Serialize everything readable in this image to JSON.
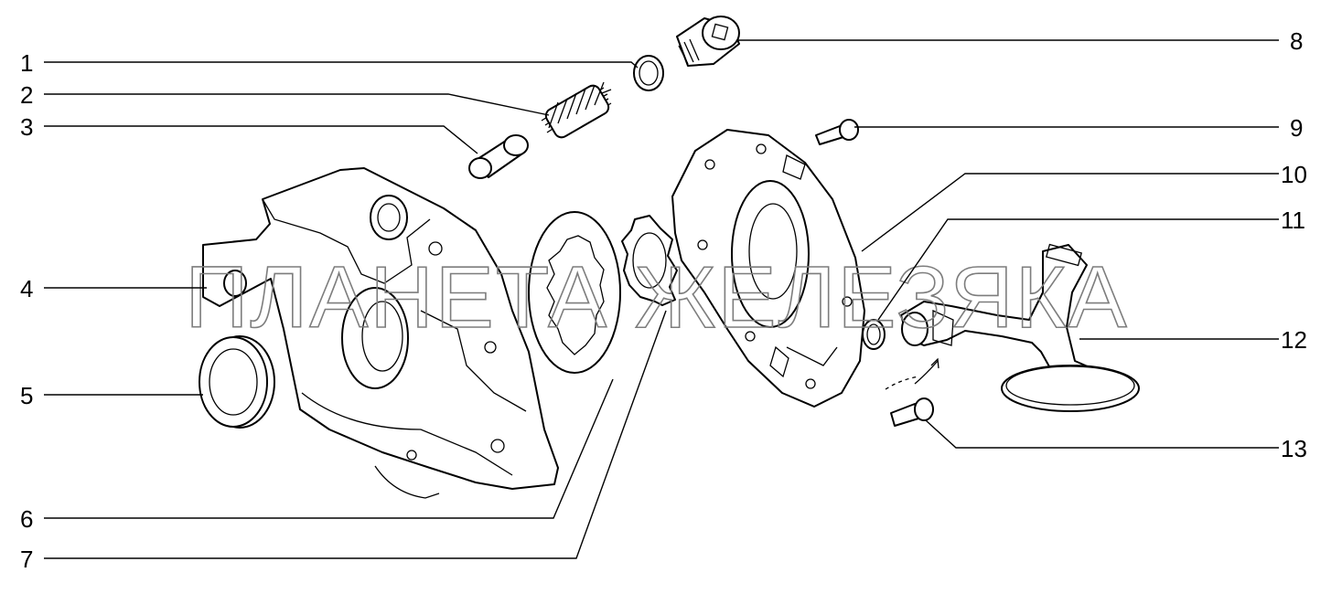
{
  "watermark": "ПЛАНЕТА ЖЕЛЕЗЯКА",
  "callouts": [
    {
      "id": "1",
      "label": "1"
    },
    {
      "id": "2",
      "label": "2"
    },
    {
      "id": "3",
      "label": "3"
    },
    {
      "id": "4",
      "label": "4"
    },
    {
      "id": "5",
      "label": "5"
    },
    {
      "id": "6",
      "label": "6"
    },
    {
      "id": "7",
      "label": "7"
    },
    {
      "id": "8",
      "label": "8"
    },
    {
      "id": "9",
      "label": "9"
    },
    {
      "id": "10",
      "label": "10"
    },
    {
      "id": "11",
      "label": "11"
    },
    {
      "id": "12",
      "label": "12"
    },
    {
      "id": "13",
      "label": "13"
    }
  ]
}
